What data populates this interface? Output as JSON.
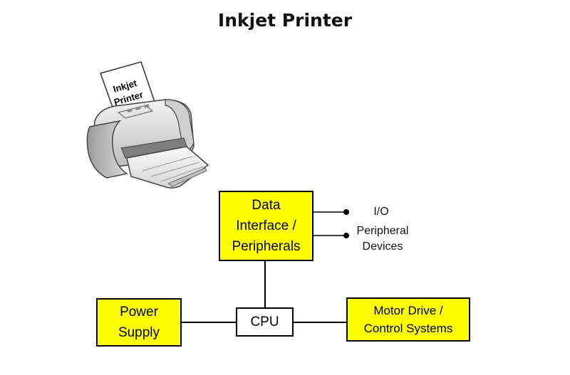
{
  "title": "Inkjet Printer",
  "printer_paper_text": {
    "line1": "Inkjet",
    "line2": "Printer"
  },
  "blocks": {
    "data_interface": {
      "line1": "Data",
      "line2": "Interface /",
      "line3": "Peripherals"
    },
    "cpu": {
      "label": "CPU"
    },
    "power_supply": {
      "line1": "Power",
      "line2": "Supply"
    },
    "motor_drive": {
      "line1": "Motor Drive /",
      "line2": "Control Systems"
    }
  },
  "io_labels": {
    "io": "I/O",
    "peripheral": "Peripheral",
    "devices": "Devices"
  },
  "colors": {
    "block_fill": "#ffff00",
    "cpu_fill": "#ffffff",
    "stroke": "#000000"
  },
  "icons": [
    "printer-illustration"
  ]
}
